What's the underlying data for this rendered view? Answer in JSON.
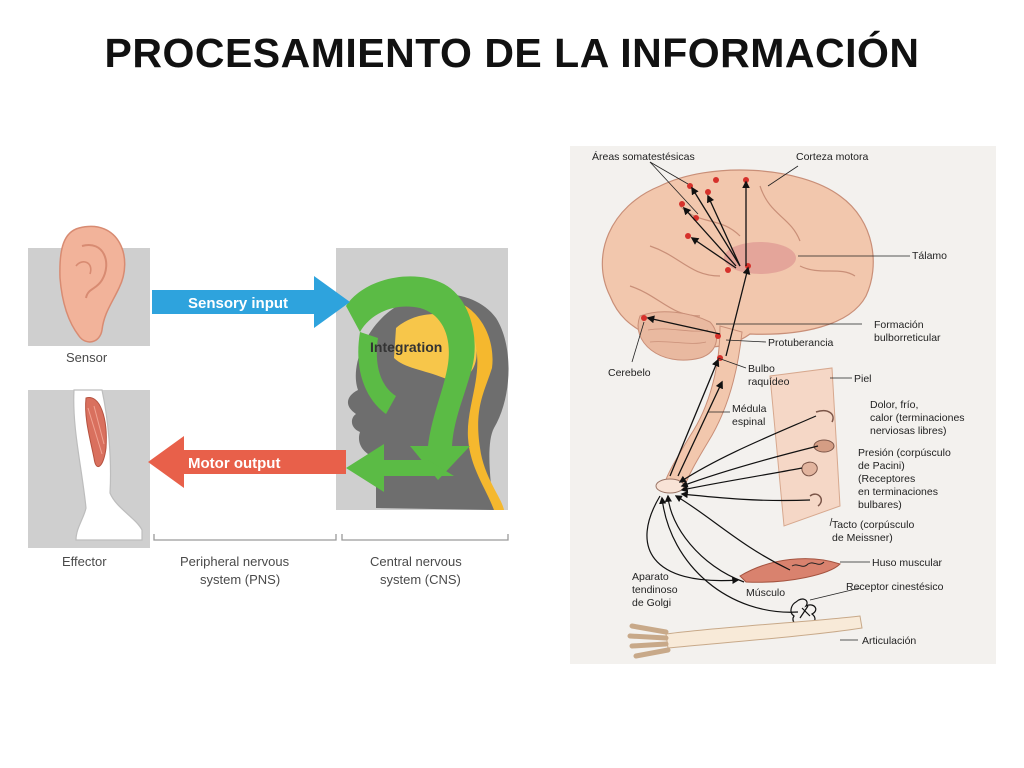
{
  "title": "PROCESAMIENTO DE LA INFORMACIÓN",
  "left": {
    "sensor": "Sensor",
    "effector": "Effector",
    "sensory_input": "Sensory input",
    "motor_output": "Motor output",
    "integration": "Integration",
    "pns_line1": "Peripheral nervous",
    "pns_line2": "system (PNS)",
    "cns_line1": "Central nervous",
    "cns_line2": "system (CNS)"
  },
  "right": {
    "areas": "Áreas somatestésicas",
    "corteza": "Corteza motora",
    "talamo": "Tálamo",
    "formacion1": "Formación",
    "formacion2": "bulborreticular",
    "protuberancia": "Protuberancia",
    "cerebelo": "Cerebelo",
    "bulbo1": "Bulbo",
    "bulbo2": "raquídeo",
    "piel": "Piel",
    "medula1": "Médula",
    "medula2": "espinal",
    "dolor1": "Dolor, frío,",
    "dolor2": "calor (terminaciones",
    "dolor3": "nerviosas libres)",
    "presion1": "Presión (corpúsculo",
    "presion2": "de Pacini)",
    "presion3": "(Receptores",
    "presion4": "en terminaciones",
    "presion5": "bulbares)",
    "tacto1": "Tacto (corpúsculo",
    "tacto2": "de Meissner)",
    "huso": "Huso muscular",
    "aparato1": "Aparato",
    "aparato2": "tendinoso",
    "aparato3": "de Golgi",
    "musculo": "Músculo",
    "receptor": "Receptor cinestésico",
    "articulacion": "Articulación"
  },
  "colors": {
    "sensory_arrow": "#2ea3dd",
    "motor_arrow": "#e8604a",
    "integration_arrow": "#5bbb45",
    "brain": "#f2c7ad",
    "panel_gray": "#cfcfcf"
  }
}
